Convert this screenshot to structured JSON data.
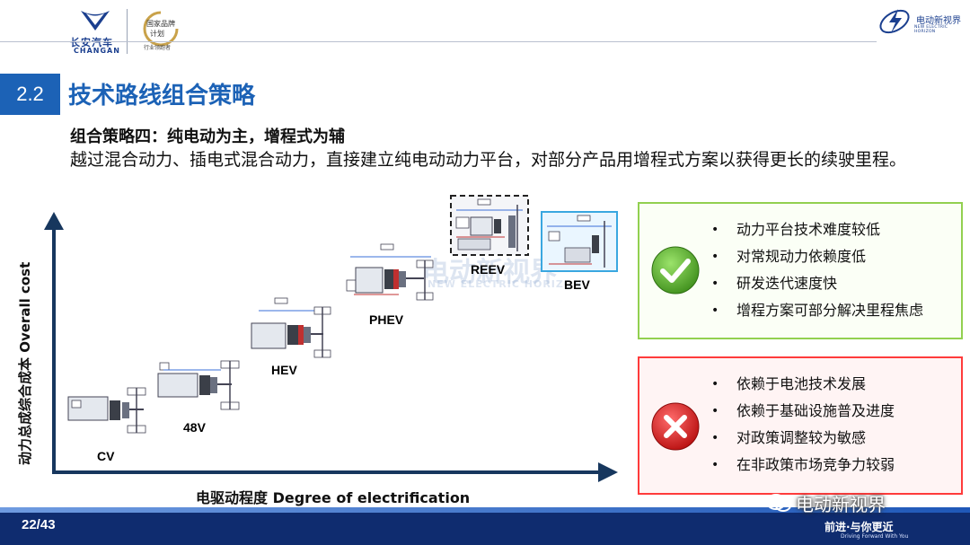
{
  "header": {
    "logo_cn": "长安汽车",
    "logo_en": "CHANGAN",
    "plan_badge_line1": "国家品牌",
    "plan_badge_line2": "计划",
    "plan_tagline": "行业领跑者",
    "brand_cn": "电动新视界",
    "brand_en": "NEW ELECTRIC HORIZON"
  },
  "section": {
    "number": "2.2",
    "title": "技术路线组合策略"
  },
  "strategy": {
    "heading": "组合策略四：纯电动为主，增程式为辅",
    "description": "越过混合动力、插电式混合动力，直接建立纯电动动力平台，对部分产品用增程式方案以获得更长的续驶里程。"
  },
  "chart": {
    "y_axis_label": "动力总成综合成本 Overall cost",
    "x_axis_label": "电驱动程度 Degree of electrification",
    "stages": [
      "CV",
      "48V",
      "HEV",
      "PHEV",
      "REEV",
      "BEV"
    ],
    "watermark_cn": "电动新视界",
    "watermark_en": "NEW ELECTRIC HORIZON"
  },
  "pros": {
    "icon": "check-icon",
    "color": "#92d050",
    "items": [
      "动力平台技术难度较低",
      "对常规动力依赖度低",
      "研发迭代速度快",
      "增程方案可部分解决里程焦虑"
    ]
  },
  "cons": {
    "icon": "cross-icon",
    "color": "#ff3b3b",
    "items": [
      "依赖于电池技术发展",
      "依赖于基础设施普及进度",
      "对政策调整较为敏感",
      "在非政策市场竞争力较弱"
    ]
  },
  "footer": {
    "page": "22/43",
    "slogan": "前进·与你更近",
    "slogan_en": "Driving Forward With You",
    "wechat_label": "电动新视界"
  }
}
